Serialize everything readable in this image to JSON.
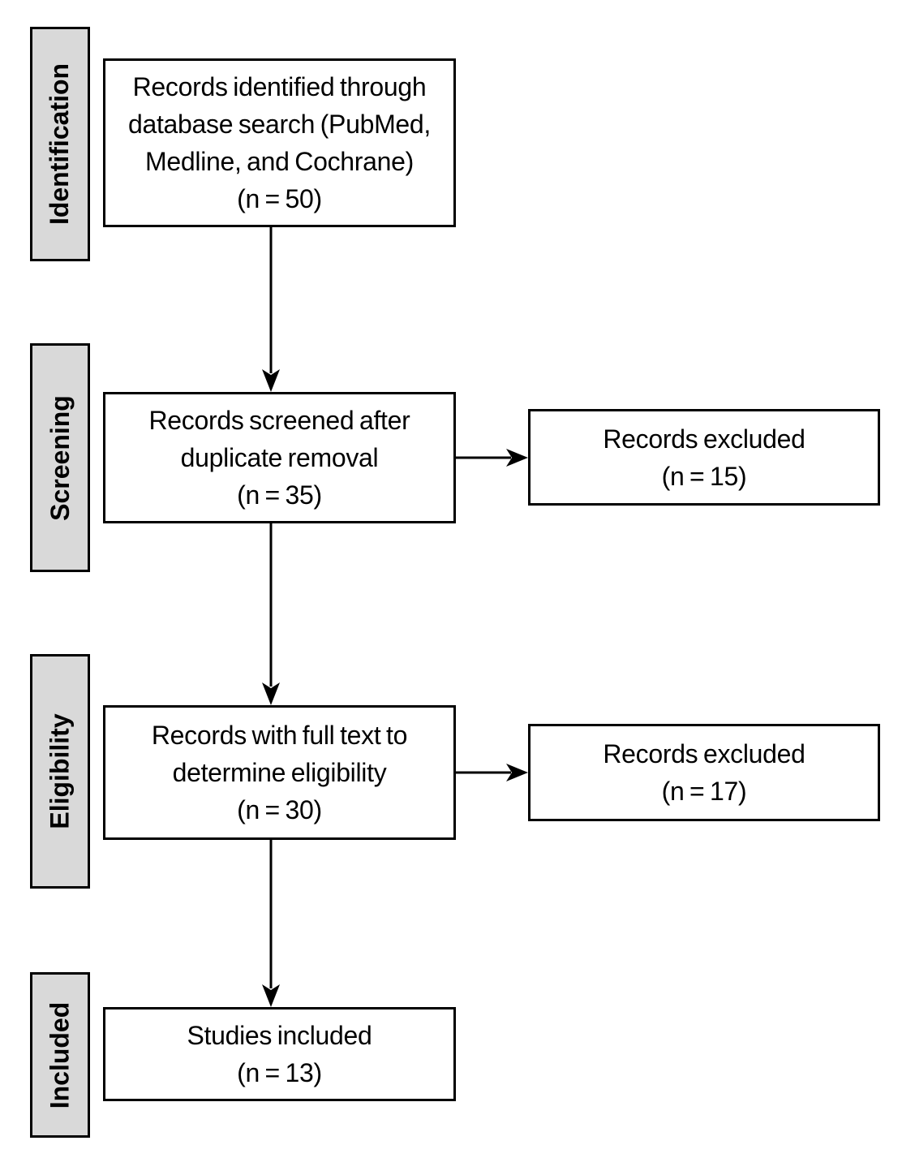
{
  "colors": {
    "background": "#ffffff",
    "stage_fill": "#d9d9d9",
    "box_fill": "#ffffff",
    "border": "#000000",
    "text": "#000000"
  },
  "stages": [
    {
      "label": "Identification"
    },
    {
      "label": "Screening"
    },
    {
      "label": "Eligibility"
    },
    {
      "label": "Included"
    }
  ],
  "flow_boxes": [
    {
      "lines": [
        "Records identified through",
        "database search (PubMed,",
        "Medline, and Cochrane)",
        "(n = 50)"
      ]
    },
    {
      "lines": [
        "Records screened after",
        "duplicate removal",
        "(n = 35)"
      ]
    },
    {
      "lines": [
        "Records with full text to",
        "determine eligibility",
        "(n = 30)"
      ]
    },
    {
      "lines": [
        "Studies included",
        "(n = 13)"
      ]
    }
  ],
  "excluded_boxes": [
    {
      "lines": [
        "Records excluded",
        "(n = 15)"
      ]
    },
    {
      "lines": [
        "Records excluded",
        "(n = 17)"
      ]
    }
  ]
}
